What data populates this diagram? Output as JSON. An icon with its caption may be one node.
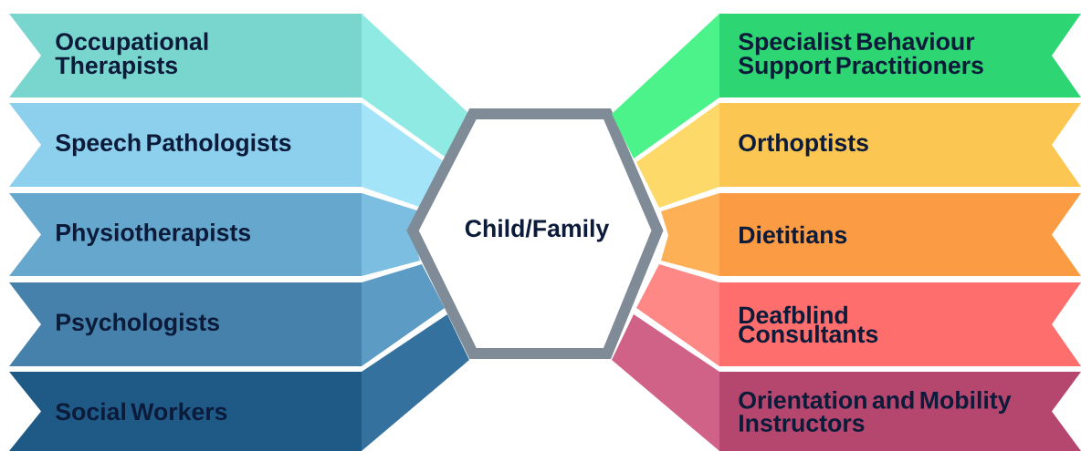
{
  "diagram": {
    "nodes": [
      {
        "text": [
          "Occupational Therapists"
        ]
      },
      {
        "text": [
          "Speech Pathologists"
        ]
      },
      {
        "text": [
          "Physiotherapists"
        ]
      },
      {
        "text": [
          "Psychologists"
        ]
      },
      {
        "text": [
          "Social Workers"
        ]
      },
      {
        "text": [
          "Child/Family"
        ]
      },
      {
        "text": [
          "Specialist Behaviour Support Practitioners"
        ]
      },
      {
        "text": [
          "Orthoptists"
        ]
      },
      {
        "text": [
          "Dietitians"
        ]
      },
      {
        "text": [
          "Deafblind Consultants"
        ]
      },
      {
        "text": [
          "Orientation and Mobility Instructors"
        ]
      }
    ]
  }
}
